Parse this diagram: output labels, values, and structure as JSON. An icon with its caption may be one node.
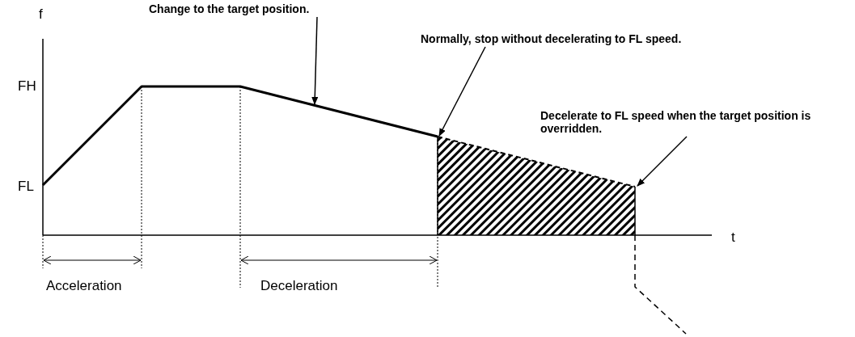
{
  "diagram": {
    "nodes": [
      {
        "text": [
          "Change to the target position."
        ]
      },
      {
        "text": [
          "Normally, stop without decelerating to FL speed."
        ]
      },
      {
        "text": [
          "Decelerate to FL speed when the target position is overridden."
        ]
      }
    ],
    "edges": [
      {
        "from": 0,
        "to": null,
        "arrow": "to"
      },
      {
        "from": 1,
        "to": null,
        "arrow": "to"
      },
      {
        "from": 2,
        "to": null,
        "arrow": "to"
      }
    ],
    "labels": [
      "f",
      "FH",
      "FL",
      "t",
      "Acceleration",
      "Deceleration"
    ]
  }
}
